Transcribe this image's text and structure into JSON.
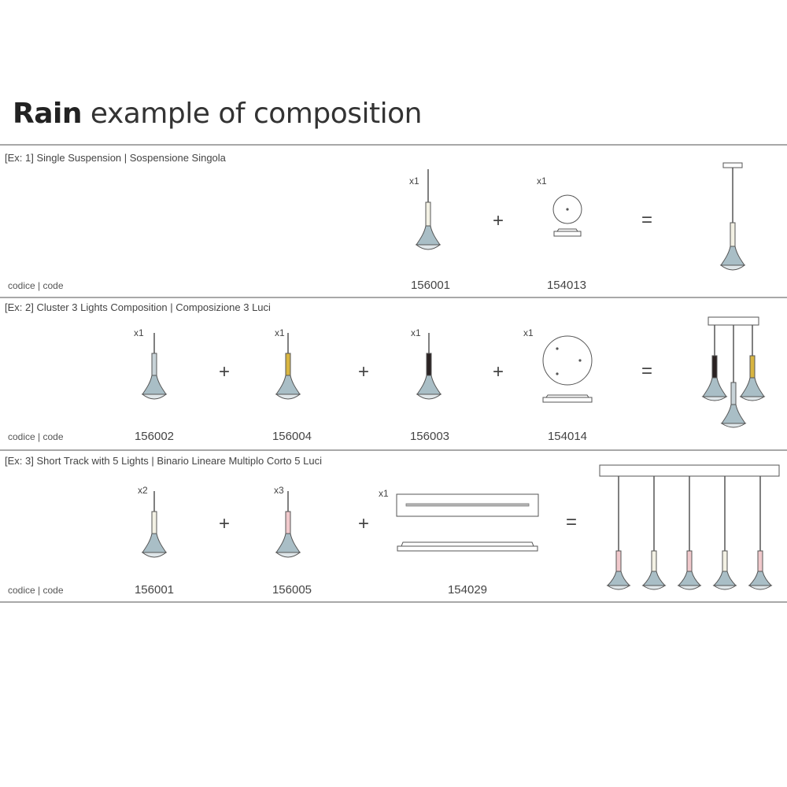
{
  "title": {
    "bold": "Rain",
    "rest": " example of composition"
  },
  "code_label": "codice | code",
  "operators": {
    "plus": "+",
    "equals": "="
  },
  "examples": [
    {
      "label": "[Ex: 1] Single Suspension | Sospensione Singola",
      "items": [
        {
          "qty": "x1",
          "code": "156001"
        },
        {
          "qty": "x1",
          "code": "154013"
        }
      ]
    },
    {
      "label": "[Ex: 2] Cluster 3 Lights Composition | Composizione 3 Luci",
      "items": [
        {
          "qty": "x1",
          "code": "156002"
        },
        {
          "qty": "x1",
          "code": "156004"
        },
        {
          "qty": "x1",
          "code": "156003"
        },
        {
          "qty": "x1",
          "code": "154014"
        }
      ]
    },
    {
      "label": "[Ex: 3] Short Track with 5 Lights | Binario Lineare Multiplo Corto 5 Luci",
      "items": [
        {
          "qty": "x2",
          "code": "156001"
        },
        {
          "qty": "x3",
          "code": "156005"
        },
        {
          "qty": "x1",
          "code": "154029"
        }
      ]
    }
  ],
  "colors": {
    "rule": "#a8a8a8",
    "shade": "#a9bec6",
    "lens": "#dfe6e9",
    "stem_white": "#f3f1e4",
    "stem_gold": "#d8b541",
    "stem_black": "#2a2222",
    "stem_pink": "#f1c9cc"
  }
}
